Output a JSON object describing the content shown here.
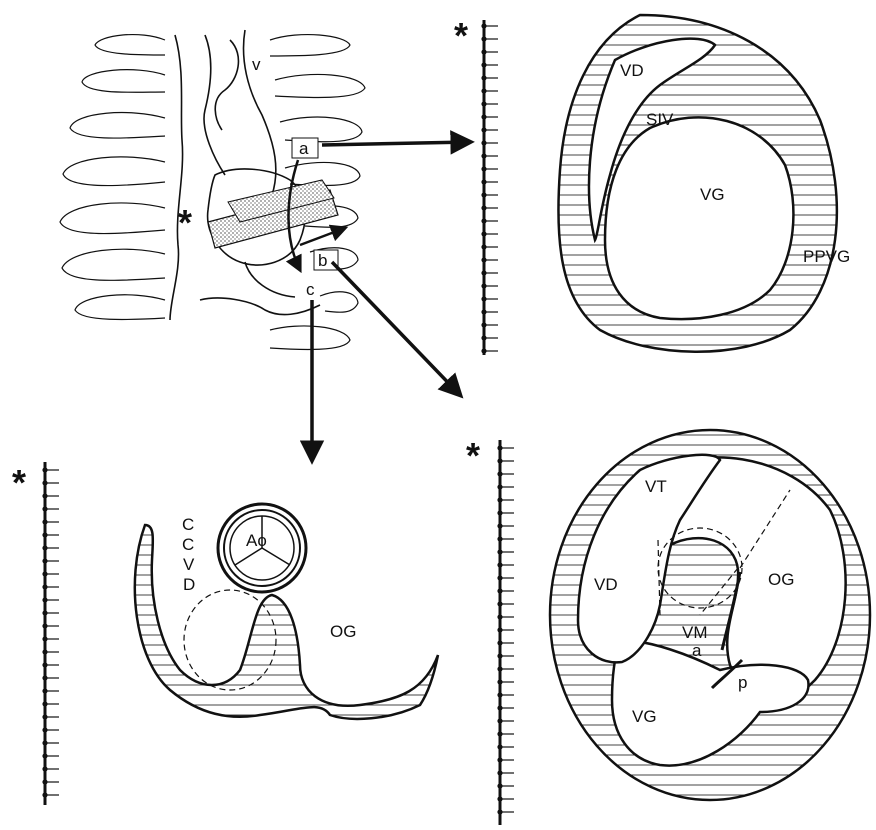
{
  "chest": {
    "marker": "*",
    "plane_a": "a",
    "plane_b": "b",
    "plane_c": "c",
    "vessel_label": "v"
  },
  "panel_a": {
    "marker": "*",
    "labels": {
      "right_ventricle": "VD",
      "septum": "SIV",
      "left_ventricle": "VG",
      "posterior_wall": "PPVG"
    }
  },
  "panel_c": {
    "marker": "*",
    "labels": {
      "aorta": "Ao",
      "outflow_c1": "C",
      "outflow_c2": "C",
      "outflow_v": "V",
      "outflow_d": "D",
      "left_atrium": "OG"
    }
  },
  "panel_b": {
    "marker": "*",
    "labels": {
      "tricuspid": "VT",
      "right_ventricle": "VD",
      "left_atrium": "OG",
      "mitral_valve": "VM",
      "anterior_leaflet": "a",
      "posterior_leaflet": "p",
      "left_ventricle": "VG"
    }
  },
  "colors": {
    "ink": "#111111",
    "hatch": "#444444",
    "stipple": "#bdbdbd",
    "background": "#ffffff"
  }
}
